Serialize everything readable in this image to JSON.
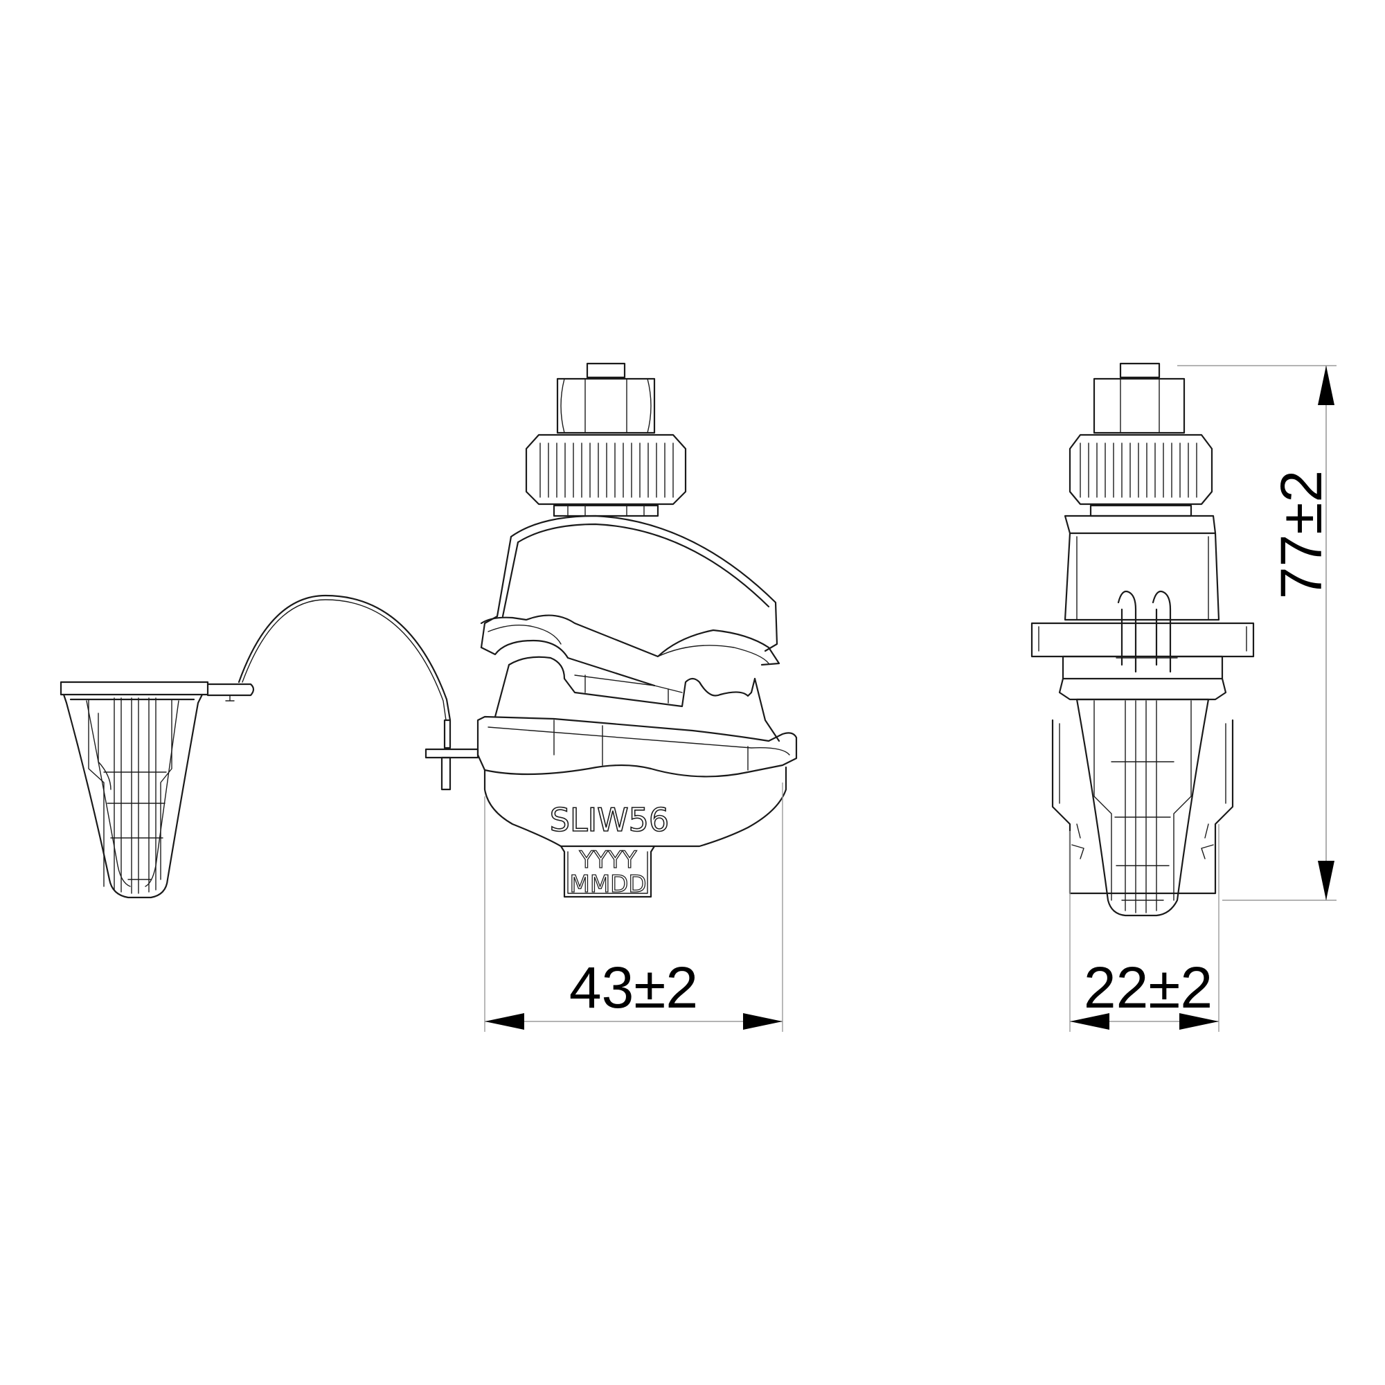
{
  "part": {
    "model_marking": "SLIW56",
    "year_marking": "YYYY",
    "date_marking": "MMDD"
  },
  "dimensions": {
    "width_front": "43±2",
    "width_side": "22±2",
    "height": "77±2"
  },
  "colors": {
    "line": "#1a1a1a",
    "dimension_line": "#9a9a9a",
    "arrow": "#000000"
  }
}
